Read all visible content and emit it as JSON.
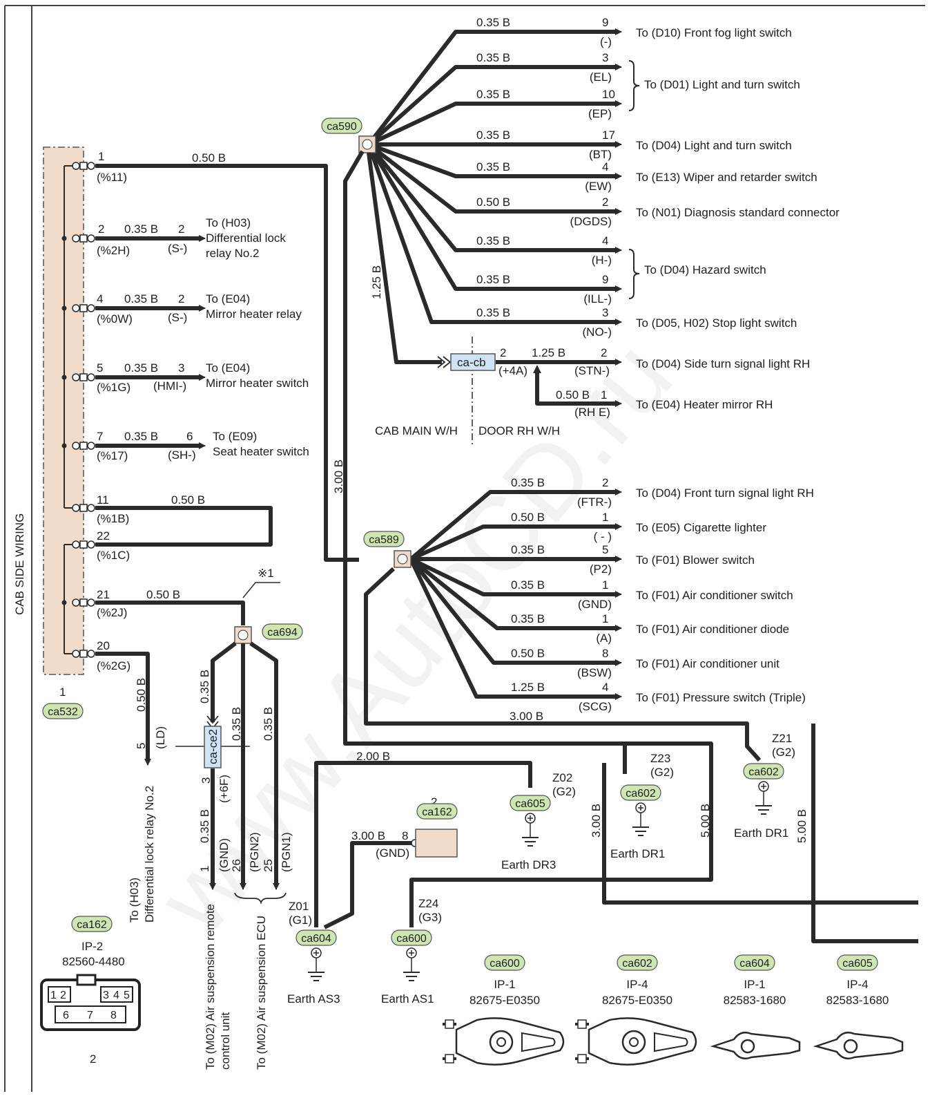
{
  "side_label": "CAB SIDE WIRING",
  "connectors": {
    "ca532": {
      "id": "ca532",
      "number": "1"
    },
    "ca590": {
      "id": "ca590"
    },
    "ca589": {
      "id": "ca589"
    },
    "ca694": {
      "id": "ca694",
      "note": "※1"
    },
    "ca_cb": {
      "id": "ca-cb",
      "left_harness": "CAB MAIN W/H",
      "right_harness": "DOOR RH W/H"
    },
    "ca_ce2": {
      "id": "ca-ce2"
    },
    "ca162_mid": {
      "id": "ca162",
      "number": "2"
    }
  },
  "ca532_pins": [
    {
      "pin": "1",
      "code": "(%11)",
      "wire": "0.50 B"
    },
    {
      "pin": "2",
      "code": "(%2H)",
      "wire": "0.35 B",
      "dest_pin": "2",
      "dest_code": "(S-)",
      "dest": [
        "To (H03)",
        "Differential lock",
        "relay No.2"
      ]
    },
    {
      "pin": "4",
      "code": "(%0W)",
      "wire": "0.35 B",
      "dest_pin": "2",
      "dest_code": "(S-)",
      "dest": [
        "To (E04)",
        "Mirror heater relay"
      ]
    },
    {
      "pin": "5",
      "code": "(%1G)",
      "wire": "0.35 B",
      "dest_pin": "3",
      "dest_code": "(HMI-)",
      "dest": [
        "To (E04)",
        "Mirror heater switch"
      ]
    },
    {
      "pin": "7",
      "code": "(%17)",
      "wire": "0.35 B",
      "dest_pin": "6",
      "dest_code": "(SH-)",
      "dest": [
        "To (E09)",
        "Seat heater switch"
      ]
    },
    {
      "pin": "11",
      "code": "(%1B)",
      "wire": "0.50 B"
    },
    {
      "pin": "22",
      "code": "(%1C)"
    },
    {
      "pin": "21",
      "code": "(%2J)",
      "wire": "0.50 B"
    },
    {
      "pin": "20",
      "code": "(%2G)"
    }
  ],
  "ca590_branches": [
    {
      "wire": "0.35 B",
      "pin": "9",
      "code": "(-)",
      "dest": "To (D10) Front fog light switch"
    },
    {
      "wire": "0.35 B",
      "pin": "3",
      "code": "(EL)"
    },
    {
      "wire": "0.35 B",
      "pin": "10",
      "code": "(EP)"
    },
    {
      "wire": "0.35 B",
      "pin": "17",
      "code": "(BT)",
      "dest": "To (D04) Light and turn switch"
    },
    {
      "wire": "0.35 B",
      "pin": "4",
      "code": "(EW)",
      "dest": "To (E13) Wiper and retarder switch"
    },
    {
      "wire": "0.50 B",
      "pin": "2",
      "code": "(DGDS)",
      "dest": "To (N01) Diagnosis standard connector"
    },
    {
      "wire": "0.35 B",
      "pin": "4",
      "code": "(H-)"
    },
    {
      "wire": "0.35 B",
      "pin": "9",
      "code": "(ILL-)"
    },
    {
      "wire": "0.35 B",
      "pin": "3",
      "code": "(NO-)",
      "dest": "To (D05, H02) Stop light switch"
    }
  ],
  "brace_dests": {
    "d01": "To (D01) Light and turn switch",
    "d04_hazard": "To (D04) Hazard switch"
  },
  "ca_cb_lines": {
    "feed_wire": "1.25 B",
    "pin_in": "2",
    "code_in": "(+4A)",
    "wire_out": "1.25 B",
    "out1": {
      "pin": "2",
      "code": "(STN-)",
      "dest": "To (D04) Side turn signal light RH"
    },
    "out2": {
      "wire": "0.50 B",
      "pin": "1",
      "code": "(RH E)",
      "dest": "To (E04) Heater mirror RH"
    }
  },
  "trunk_wire": "3.00 B",
  "ca589_branches": [
    {
      "wire": "0.35 B",
      "pin": "2",
      "code": "(FTR-)",
      "dest": "To (D04) Front turn signal light RH"
    },
    {
      "wire": "0.50 B",
      "pin": "1",
      "code": "( - )",
      "dest": "To (E05) Cigarette lighter"
    },
    {
      "wire": "0.35 B",
      "pin": "5",
      "code": "(P2)",
      "dest": "To (F01) Blower switch"
    },
    {
      "wire": "0.35 B",
      "pin": "1",
      "code": "(GND)",
      "dest": "To (F01) Air conditioner switch"
    },
    {
      "wire": "0.35 B",
      "pin": "1",
      "code": "(A)",
      "dest": "To (F01) Air conditioner diode"
    },
    {
      "wire": "0.50 B",
      "pin": "8",
      "code": "(BSW)",
      "dest": "To (F01) Air conditioner unit"
    },
    {
      "wire": "1.25 B",
      "pin": "4",
      "code": "(SCG)",
      "dest": "To (F01) Pressure switch (Triple)"
    }
  ],
  "lower": {
    "w300b": "3.00 B",
    "w200b": "2.00 B",
    "w300b_gnd": "3.00 B",
    "w500b_a": "5.00 B",
    "w500b_b": "5.00 B",
    "w300b_v": "3.00 B",
    "pin8": "8",
    "pin8_code": "(GND)",
    "ld": {
      "wire": "0.50 B",
      "pin": "5",
      "code": "(LD)",
      "dest": [
        "To (H03)",
        "Differential lock relay No.2"
      ]
    },
    "ce2_in": {
      "wire": "0.35 B"
    },
    "ce2_out": {
      "pin": "3",
      "code": "(+6F)",
      "wire": "0.35 B"
    },
    "gnd_pin": {
      "pin": "1",
      "code": "(GND)"
    },
    "pgn2": {
      "wire": "0.35 B",
      "pin": "26",
      "code": "(PGN2)"
    },
    "pgn1": {
      "wire": "0.35 B",
      "pin": "25",
      "code": "(PGN1)"
    },
    "m02_a": [
      "To (M02) Air suspension remote",
      "control unit"
    ],
    "m02_b": "To (M02) Air suspension ECU"
  },
  "grounds": [
    {
      "tag": "ca604",
      "point": "Z01",
      "code": "(G1)",
      "label": "Earth AS3"
    },
    {
      "tag": "ca600",
      "point": "Z24",
      "code": "(G3)",
      "label": "Earth AS1"
    },
    {
      "tag": "ca605",
      "point": "Z02",
      "code": "(G2)",
      "label": "Earth DR3"
    },
    {
      "tag": "ca602",
      "point": "Z23",
      "code": "(G2)",
      "label": "Earth DR1"
    },
    {
      "tag": "ca602",
      "point": "Z21",
      "code": "(G2)",
      "label": "Earth DR1"
    }
  ],
  "legend": {
    "connector": {
      "tag": "ca162",
      "name": "IP-2",
      "part": "82560-4480",
      "pins": [
        "1",
        "2",
        "3",
        "4",
        "5",
        "6",
        "7",
        "8"
      ],
      "number": "2"
    },
    "terminals": [
      {
        "tag": "ca600",
        "name": "IP-1",
        "part": "82675-E0350"
      },
      {
        "tag": "ca602",
        "name": "IP-4",
        "part": "82675-E0350"
      },
      {
        "tag": "ca604",
        "name": "IP-1",
        "part": "82583-1680"
      },
      {
        "tag": "ca605",
        "name": "IP-4",
        "part": "82583-1680"
      }
    ]
  },
  "watermark": "www.AutoCD.ru",
  "colors": {
    "wire": "#2a2a2a",
    "connector_fill": "#f1dccb",
    "tag_fill": "#cfe6b2",
    "junction_fill": "#cfe3f5"
  }
}
